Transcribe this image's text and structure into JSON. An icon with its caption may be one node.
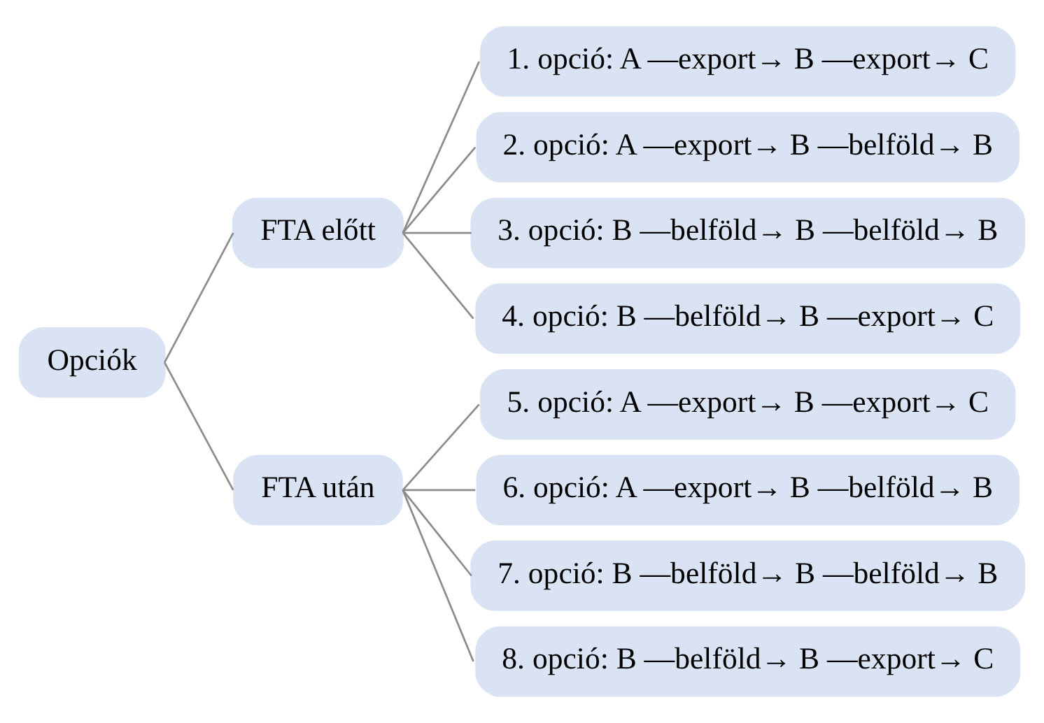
{
  "diagram": {
    "nodes": [
      {
        "text": [
          "Opciók"
        ]
      },
      {
        "text": [
          "FTA előtt"
        ]
      },
      {
        "text": [
          "1. opció: A —export→ B —export→ C"
        ]
      },
      {
        "text": [
          "2. opció: A —export→ B —belföld→ B"
        ]
      },
      {
        "text": [
          "3. opció: B —belföld→ B —belföld→ B"
        ]
      },
      {
        "text": [
          "4. opció: B —belföld→ B —export→ C"
        ]
      },
      {
        "text": [
          "FTA után"
        ]
      },
      {
        "text": [
          "5. opció: A —export→ B —export→ C"
        ]
      },
      {
        "text": [
          "6. opció: A —export→ B —belföld→ B"
        ]
      },
      {
        "text": [
          "7. opció: B —belföld→ B —belföld→ B"
        ]
      },
      {
        "text": [
          "8. opció: B —belföld→ B —export→ C"
        ]
      }
    ],
    "edges": [
      {
        "from": 0,
        "to": 1,
        "arrow": "none"
      },
      {
        "from": 0,
        "to": 6,
        "arrow": "none"
      },
      {
        "from": 1,
        "to": 2,
        "arrow": "none"
      },
      {
        "from": 1,
        "to": 3,
        "arrow": "none"
      },
      {
        "from": 1,
        "to": 4,
        "arrow": "none"
      },
      {
        "from": 1,
        "to": 5,
        "arrow": "none"
      },
      {
        "from": 6,
        "to": 7,
        "arrow": "none"
      },
      {
        "from": 6,
        "to": 8,
        "arrow": "none"
      },
      {
        "from": 6,
        "to": 9,
        "arrow": "none"
      },
      {
        "from": 6,
        "to": 10,
        "arrow": "none"
      }
    ]
  }
}
